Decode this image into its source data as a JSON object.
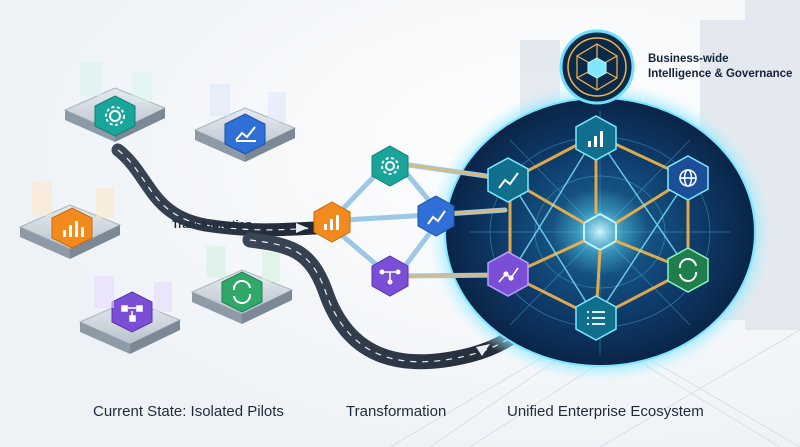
{
  "captions": {
    "left": "Current State: Isolated Pilots",
    "middle": "Transformation",
    "right": "Unified Enterprise Ecosystem"
  },
  "road_label": "Transformation",
  "governance": {
    "line1": "Business-wide",
    "line2": "Intelligence & Governance"
  },
  "colors": {
    "teal": "#1aa59a",
    "blue": "#2f6fd6",
    "orange": "#f28a1e",
    "purple": "#7a4fd6",
    "green": "#2fa86a",
    "navy": "#0b2a4a",
    "glow": "#5fd8f5",
    "road": "#2a3442"
  },
  "pilots": [
    {
      "name": "teal-gear-pilot",
      "icon": "gear-icon",
      "color": "teal"
    },
    {
      "name": "blue-chart-pilot",
      "icon": "line-chart-icon",
      "color": "blue"
    },
    {
      "name": "orange-bar-pilot",
      "icon": "bar-chart-icon",
      "color": "orange"
    },
    {
      "name": "green-cycle-pilot",
      "icon": "refresh-icon",
      "color": "green"
    },
    {
      "name": "purple-flow-pilot",
      "icon": "workflow-icon",
      "color": "purple"
    }
  ],
  "transition_nodes": [
    {
      "name": "gear",
      "icon": "gear-icon",
      "color": "teal"
    },
    {
      "name": "bar",
      "icon": "bar-chart-icon",
      "color": "orange"
    },
    {
      "name": "chart",
      "icon": "line-chart-icon",
      "color": "blue"
    },
    {
      "name": "flow",
      "icon": "workflow-icon",
      "color": "purple"
    }
  ],
  "ecosystem_nodes": [
    {
      "name": "bar",
      "icon": "bar-chart-icon",
      "color": "teal"
    },
    {
      "name": "chart",
      "icon": "line-chart-icon",
      "color": "teal"
    },
    {
      "name": "globe",
      "icon": "globe-icon",
      "color": "blue"
    },
    {
      "name": "trend",
      "icon": "trend-icon",
      "color": "purple"
    },
    {
      "name": "refresh",
      "icon": "refresh-icon",
      "color": "green"
    },
    {
      "name": "list",
      "icon": "list-icon",
      "color": "teal"
    }
  ]
}
